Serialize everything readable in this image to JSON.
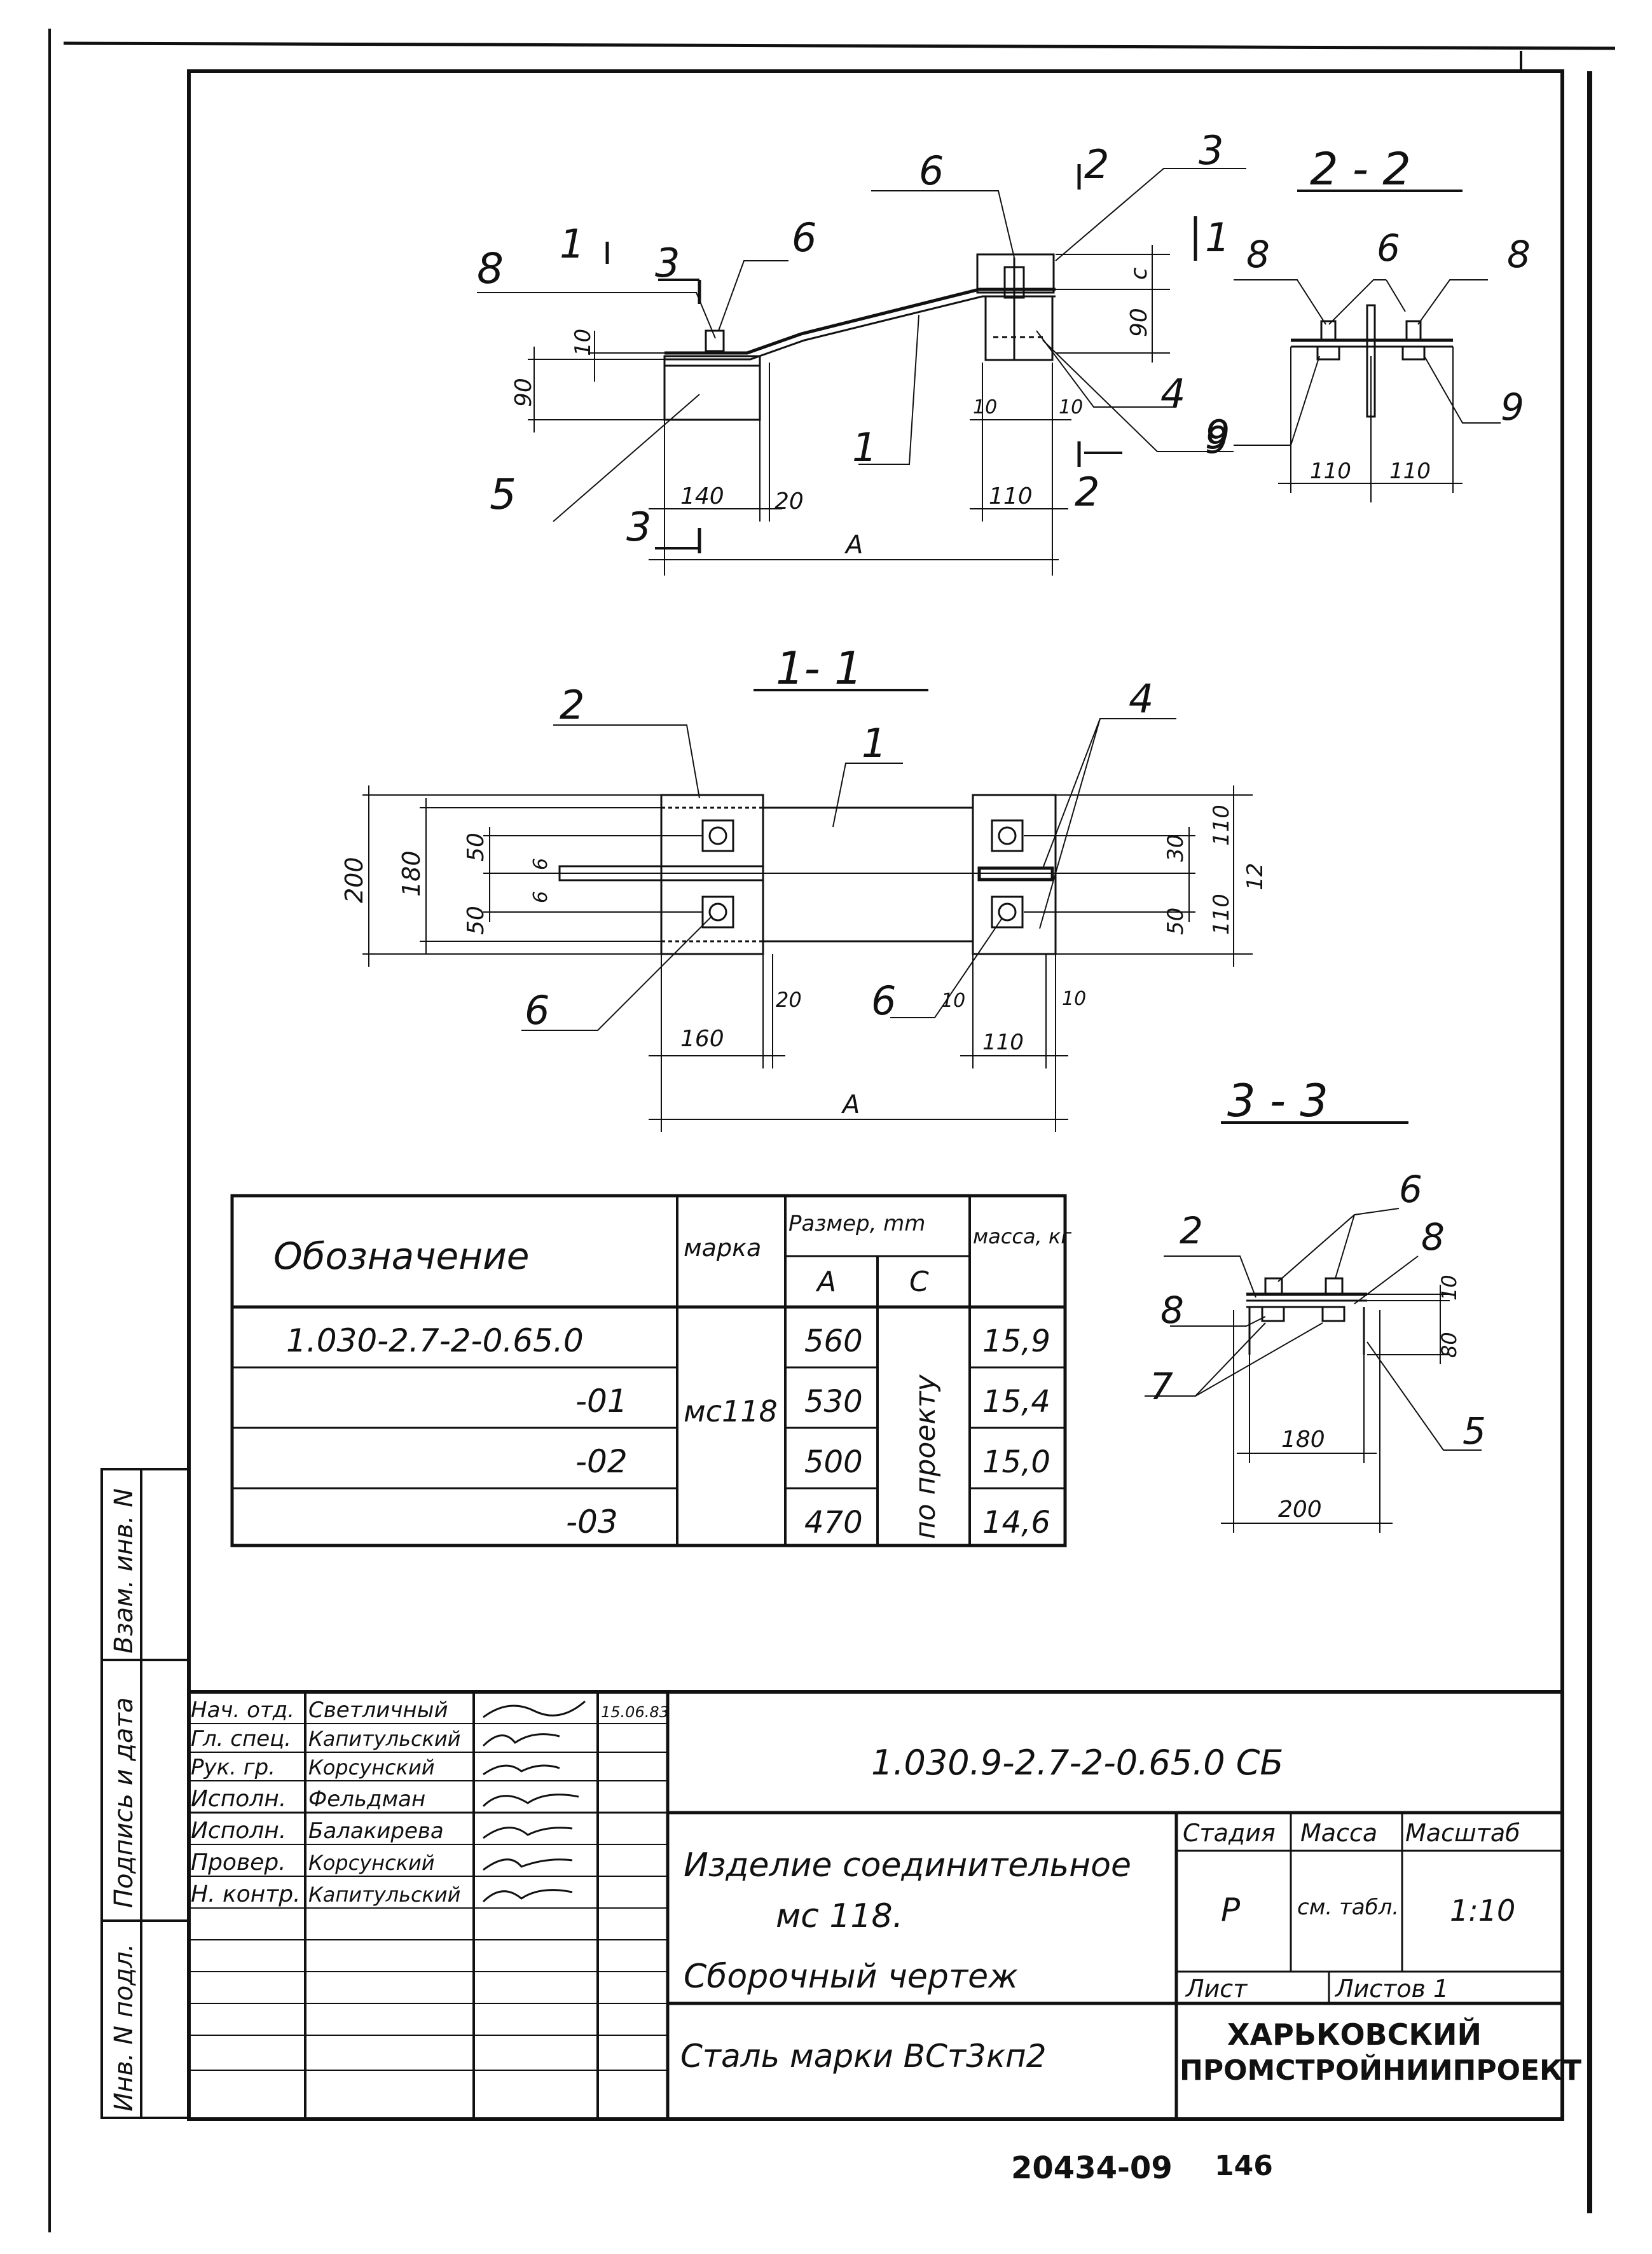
{
  "top_view": {
    "section_marks": {
      "s1": "1",
      "s2": "2",
      "s3": "3"
    },
    "callouts": {
      "c1": "1",
      "c3": "3",
      "c4": "4",
      "c5": "5",
      "c6a": "6",
      "c6b": "6",
      "c8": "8",
      "c9": "9"
    },
    "dims": {
      "d10a": "10",
      "d90a": "90",
      "d140": "140",
      "d20": "20",
      "d110": "110",
      "d10b": "10",
      "d10c": "10",
      "c": "c",
      "d90b": "90",
      "a": "А"
    }
  },
  "section_2_2": {
    "title": "2 - 2",
    "callouts": {
      "c8l": "8",
      "c6": "6",
      "c8r": "8",
      "c9l": "9",
      "c9r": "9"
    },
    "dims": {
      "d110l": "110",
      "d110r": "110"
    }
  },
  "section_1_1": {
    "title": "1- 1",
    "callouts": {
      "c2": "2",
      "c1": "1",
      "c4": "4",
      "c6l": "6",
      "c6m": "6"
    },
    "dims": {
      "d200": "200",
      "d180": "180",
      "d50t": "50",
      "d50b": "50",
      "d6t": "6",
      "d6b": "6",
      "d30": "30",
      "d50r": "50",
      "d110t": "110",
      "d110b": "110",
      "d12": "12",
      "d160": "160",
      "d20": "20",
      "d10a": "10",
      "d10b": "10",
      "d110": "110",
      "a": "А"
    }
  },
  "section_3_3": {
    "title": "3 - 3",
    "callouts": {
      "c6": "6",
      "c2": "2",
      "c8t": "8",
      "c8l": "8",
      "c7": "7",
      "c5": "5"
    },
    "dims": {
      "d10": "10",
      "d80": "80",
      "d180": "180",
      "d200": "200"
    }
  },
  "spec_table": {
    "h_designation": "Обозначение",
    "h_mark": "марка",
    "h_size": "Размер, mm",
    "h_a": "А",
    "h_c": "С",
    "h_mass": "масса, кг",
    "mark": "мс118",
    "c_value": "по проекту",
    "rows": [
      {
        "designation": "1.030-2.7-2-0.65.0",
        "a": "560",
        "mass": "15,9"
      },
      {
        "designation": "-01",
        "a": "530",
        "mass": "15,4"
      },
      {
        "designation": "-02",
        "a": "500",
        "mass": "15,0"
      },
      {
        "designation": "-03",
        "a": "470",
        "mass": "14,6"
      }
    ]
  },
  "side_margin": {
    "label_inv_orig": "Инв. N подл.",
    "label_sign_date": "Подпись и дата",
    "label_replace_inv": "Взам. инв. N"
  },
  "title_block": {
    "doc_code": "1.030.9-2.7-2-0.65.0 СБ",
    "signers": [
      {
        "role": "Нач. отд.",
        "name": "Светличный",
        "date": "15.06.83"
      },
      {
        "role": "Гл. спец.",
        "name": "Капитульский",
        "date": ""
      },
      {
        "role": "Рук. гр.",
        "name": "Корсунский",
        "date": ""
      },
      {
        "role": "Исполн.",
        "name": "Фельдман",
        "date": ""
      },
      {
        "role": "Исполн.",
        "name": "Балакирева",
        "date": ""
      },
      {
        "role": "Провер.",
        "name": "Корсунский",
        "date": ""
      },
      {
        "role": "Н. контр.",
        "name": "Капитульский",
        "date": ""
      }
    ],
    "name_line1": "Изделие соединительное",
    "name_line2": "мс 118.",
    "name_line3": "Сборочный чертеж",
    "h_stage": "Стадия",
    "h_mass": "Масса",
    "h_scale": "Масштаб",
    "stage": "Р",
    "mass": "см. табл.",
    "scale": "1:10",
    "sheet_label": "Лист",
    "sheets_label": "Листов 1",
    "material": "Сталь марки ВСт3кп2",
    "org_line1": "ХАРЬКОВСКИЙ",
    "org_line2": "ПРОМСТРОЙНИИПРОЕКТ"
  },
  "footer": {
    "archive_no": "20434-09",
    "page_no": "146"
  }
}
